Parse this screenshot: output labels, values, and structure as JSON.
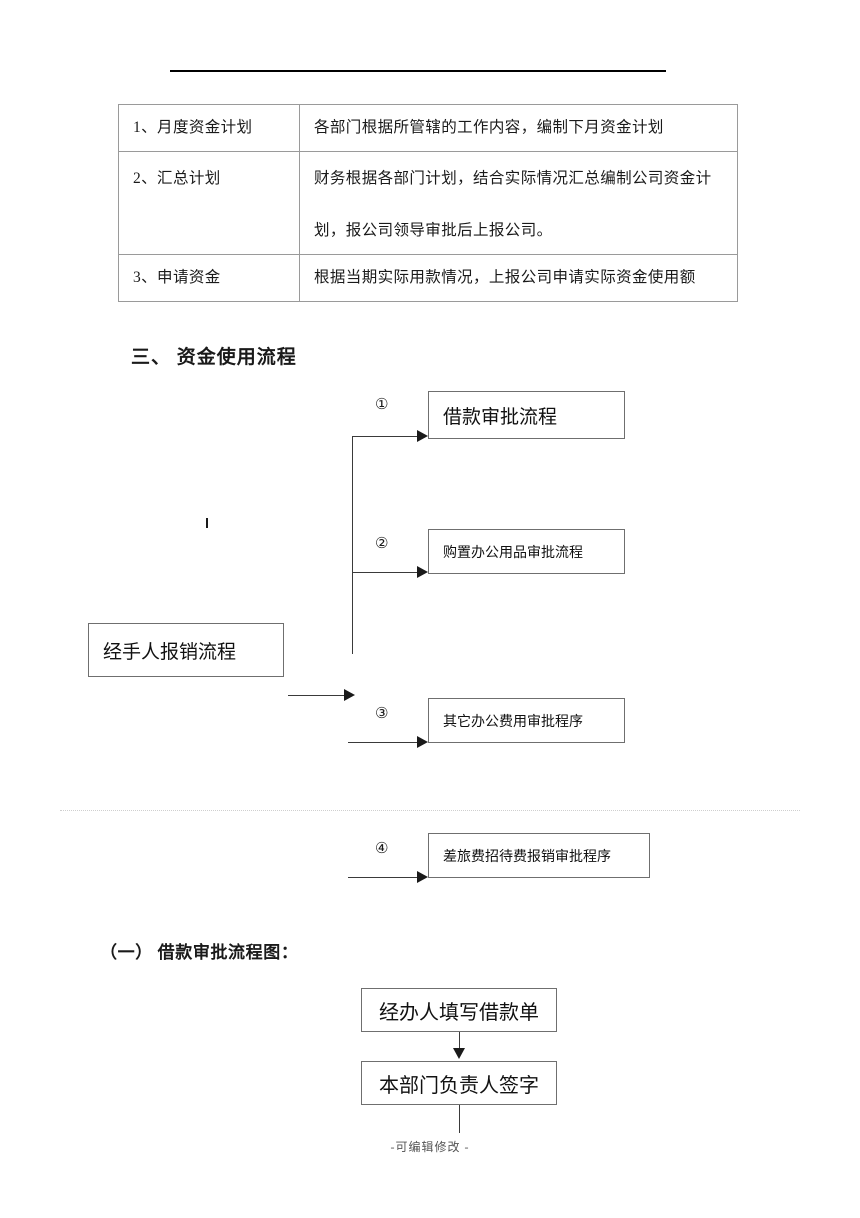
{
  "document": {
    "footer_note": "-可编辑修改 -"
  },
  "plan_table": {
    "rows": [
      {
        "label": "1、月度资金计划",
        "description": "各部门根据所管辖的工作内容，编制下月资金计划",
        "description_line2": ""
      },
      {
        "label": "2、汇总计划",
        "description": "财务根据各部门计划，结合实际情况汇总编制公司资金计",
        "description_line2": "划，报公司领导审批后上报公司。"
      },
      {
        "label": "3、申请资金",
        "description": "根据当期实际用款情况，上报公司申请实际资金使用额",
        "description_line2": ""
      }
    ]
  },
  "headings": {
    "section_three": "三、 资金使用流程",
    "subsection_one": "（一） 借款审批流程图："
  },
  "fund_usage_flow": {
    "source_box": "经手人报销流程",
    "branches": [
      {
        "marker": "①",
        "label": "借款审批流程"
      },
      {
        "marker": "②",
        "label": "购置办公用品审批流程"
      },
      {
        "marker": "③",
        "label": "其它办公费用审批程序"
      },
      {
        "marker": "④",
        "label": "差旅费招待费报销审批程序"
      }
    ]
  },
  "loan_approval_flow": {
    "steps": [
      {
        "label": "经办人填写借款单"
      },
      {
        "label": "本部门负责人签字"
      }
    ]
  }
}
